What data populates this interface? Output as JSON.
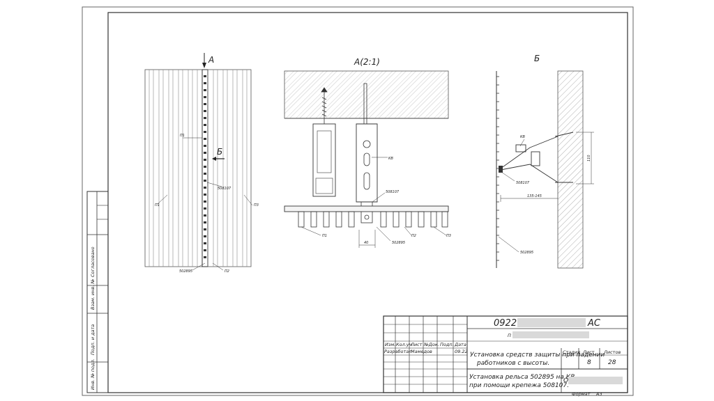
{
  "views": {
    "a_arrow_label": "А",
    "b_cut_label": "Б",
    "detail_a_title": "А(2:1)",
    "view_b_title": "Б"
  },
  "callouts": {
    "rail_code": "502895",
    "fastener_code": "508107",
    "p1": "П1",
    "p2": "П2",
    "p3": "П3",
    "kv": "КВ",
    "dim_left": "40",
    "dim_gap": "135-145",
    "dim_vertical": "110"
  },
  "side_stamp": {
    "col1": "Инв. № подл.",
    "col2": "Подп. и дата",
    "col3": "Взам. инв. №",
    "col4": "Согласовано"
  },
  "title_block": {
    "doc_code_start": "0922",
    "doc_code_end": "АС",
    "row2_partial": "П",
    "headers": {
      "izm": "Изм.",
      "kol": "Кол.уч",
      "list": "Лист",
      "ndok": "№Док.",
      "podp": "Подп.",
      "data": "Дата"
    },
    "developer_role": "Разработал",
    "developer_name": "Мамедов",
    "date_value": "09.22",
    "description_line1": "Установка средств защиты при падении",
    "description_line2": "работников с высоты.",
    "drawing_line1": "Установка рельса 502895 на КВ",
    "drawing_line2": "при помощи крепежа 508107.",
    "stage_label": "Стадия",
    "sheet_label": "Лист",
    "sheets_label": "Листов",
    "sheet_value": "8",
    "sheets_value": "28",
    "org_partial": "О",
    "format_label": "Формат",
    "format_value": "А3"
  }
}
